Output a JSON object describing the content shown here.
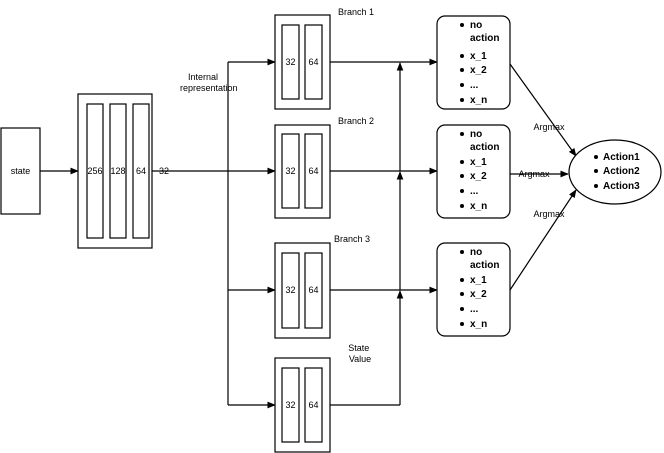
{
  "input": {
    "label": "state"
  },
  "encoder": {
    "layers": [
      "256",
      "128",
      "64",
      "32"
    ]
  },
  "internal_label": [
    "Internal",
    "representation"
  ],
  "branches": [
    {
      "title": [
        "Branch 1"
      ],
      "layers": [
        "32",
        "64"
      ]
    },
    {
      "title": [
        "Branch 2"
      ],
      "layers": [
        "32",
        "64"
      ]
    },
    {
      "title": [
        "Branch 3"
      ],
      "layers": [
        "32",
        "64"
      ]
    },
    {
      "title": [
        "State",
        "Value"
      ],
      "layers": [
        "32",
        "64"
      ]
    }
  ],
  "action_lists": [
    {
      "items": [
        "no action",
        "x_1",
        "x_2",
        "...",
        "x_n"
      ]
    },
    {
      "items": [
        "no action",
        "x_1",
        "x_2",
        "...",
        "x_n"
      ]
    },
    {
      "items": [
        "no action",
        "x_1",
        "x_2",
        "...",
        "x_n"
      ]
    }
  ],
  "argmax_labels": [
    "Argmax",
    "Argmax",
    "Argmax"
  ],
  "output": {
    "items": [
      "Action1",
      "Action2",
      "Action3"
    ]
  }
}
